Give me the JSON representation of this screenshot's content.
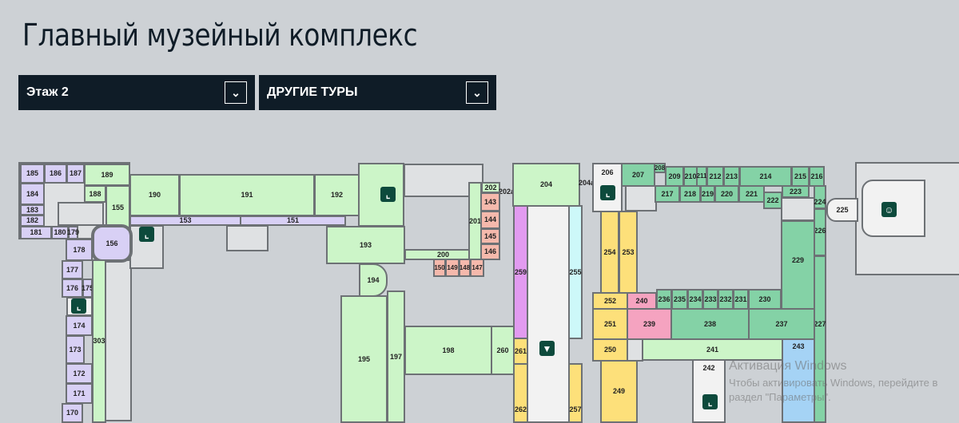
{
  "title": "Главный музейный комплекс",
  "floor_select": {
    "value": "Этаж 2"
  },
  "tours_select": {
    "value": "ДРУГИЕ ТУРЫ"
  },
  "colors": {
    "purple": "#d8d0f5",
    "light_green": "#ccf5c8",
    "green": "#84d2a6",
    "yellow": "#fde07a",
    "pink": "#f5a3c0",
    "salmon": "#f5b9ac",
    "magenta": "#e29bf0",
    "cyan": "#cdf8f9",
    "blue": "#a5d3f5",
    "header": "#0f1c27"
  },
  "icons": [
    "stairs-icon",
    "museum-icon",
    "theater-icon",
    "chevron-down-icon"
  ],
  "rooms": {
    "r185": "185",
    "r186": "186",
    "r187": "187",
    "r189": "189",
    "r184": "184",
    "r183": "183",
    "r182": "182",
    "r181": "181",
    "r180": "180",
    "r179": "179",
    "r188": "188",
    "r155": "155",
    "r190": "190",
    "r191": "191",
    "r192": "192",
    "r153": "153",
    "r151": "151",
    "r156": "156",
    "r178": "178",
    "r177": "177",
    "r176": "176",
    "r175": "175",
    "r174": "174",
    "r173": "173",
    "r172": "172",
    "r171": "171",
    "r170": "170",
    "r303": "303",
    "r193": "193",
    "r194": "194",
    "r195": "195",
    "r197": "197",
    "r198": "198",
    "r260": "260",
    "r200": "200",
    "r201": "201",
    "r202": "202",
    "r202a": "202a",
    "r143": "143",
    "r144": "144",
    "r145": "145",
    "r146": "146",
    "r150": "150",
    "r149": "149",
    "r148": "148",
    "r147": "147",
    "r204": "204",
    "r204a": "204a",
    "r259": "259",
    "r255": "255",
    "r261": "261",
    "r262": "262",
    "r257": "257",
    "r206": "206",
    "r207": "207",
    "r208": "208",
    "r209": "209",
    "r210": "210",
    "r211": "211",
    "r212": "212",
    "r213": "213",
    "r214": "214",
    "r215": "215",
    "r216": "216",
    "r217": "217",
    "r218": "218",
    "r219": "219",
    "r220": "220",
    "r221": "221",
    "r222": "222",
    "r223": "223",
    "r224": "224",
    "r225": "225",
    "r226": "226",
    "r227": "227",
    "r229": "229",
    "r230": "230",
    "r231": "231",
    "r232": "232",
    "r233": "233",
    "r234": "234",
    "r235": "235",
    "r236": "236",
    "r237": "237",
    "r238": "238",
    "r239": "239",
    "r240": "240",
    "r241": "241",
    "r242": "242",
    "r243": "243",
    "r249": "249",
    "r250": "250",
    "r251": "251",
    "r252": "252",
    "r253": "253",
    "r254": "254"
  },
  "watermark": {
    "line1": "Активация Windows",
    "line2": "Чтобы активировать Windows, перейдите в",
    "line3": "раздел \"Параметры\"."
  }
}
